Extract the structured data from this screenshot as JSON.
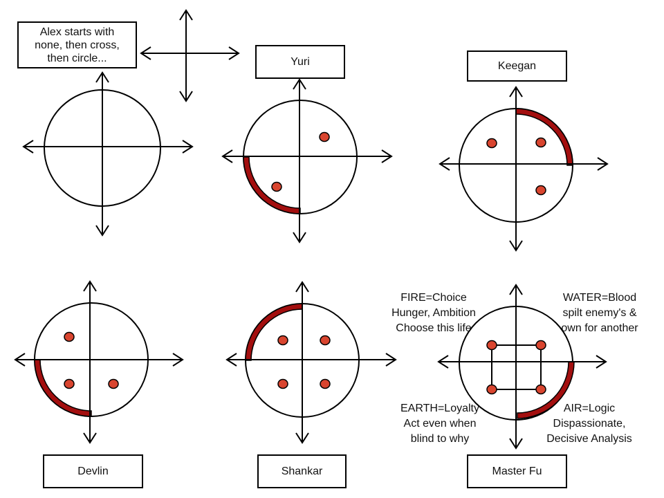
{
  "intro_note": {
    "lines": [
      "Alex starts with",
      "none, then cross,",
      "then circle..."
    ]
  },
  "characters": [
    {
      "name": "Yuri"
    },
    {
      "name": "Keegan"
    },
    {
      "name": "Devlin"
    },
    {
      "name": "Shankar"
    },
    {
      "name": "Master Fu"
    }
  ],
  "elements": {
    "fire": [
      "FIRE=Choice",
      "Hunger, Ambition",
      "Choose this life"
    ],
    "water": [
      "WATER=Blood",
      "spilt enemy's &",
      "own for another"
    ],
    "earth": [
      "EARTH=Loyalty",
      "Act even when",
      "blind to why"
    ],
    "air": [
      "AIR=Logic",
      "Dispassionate,",
      "Decisive Analysis"
    ]
  },
  "colors": {
    "dot": "#d9452f",
    "arc": "#a30f0f",
    "line": "#000000"
  }
}
